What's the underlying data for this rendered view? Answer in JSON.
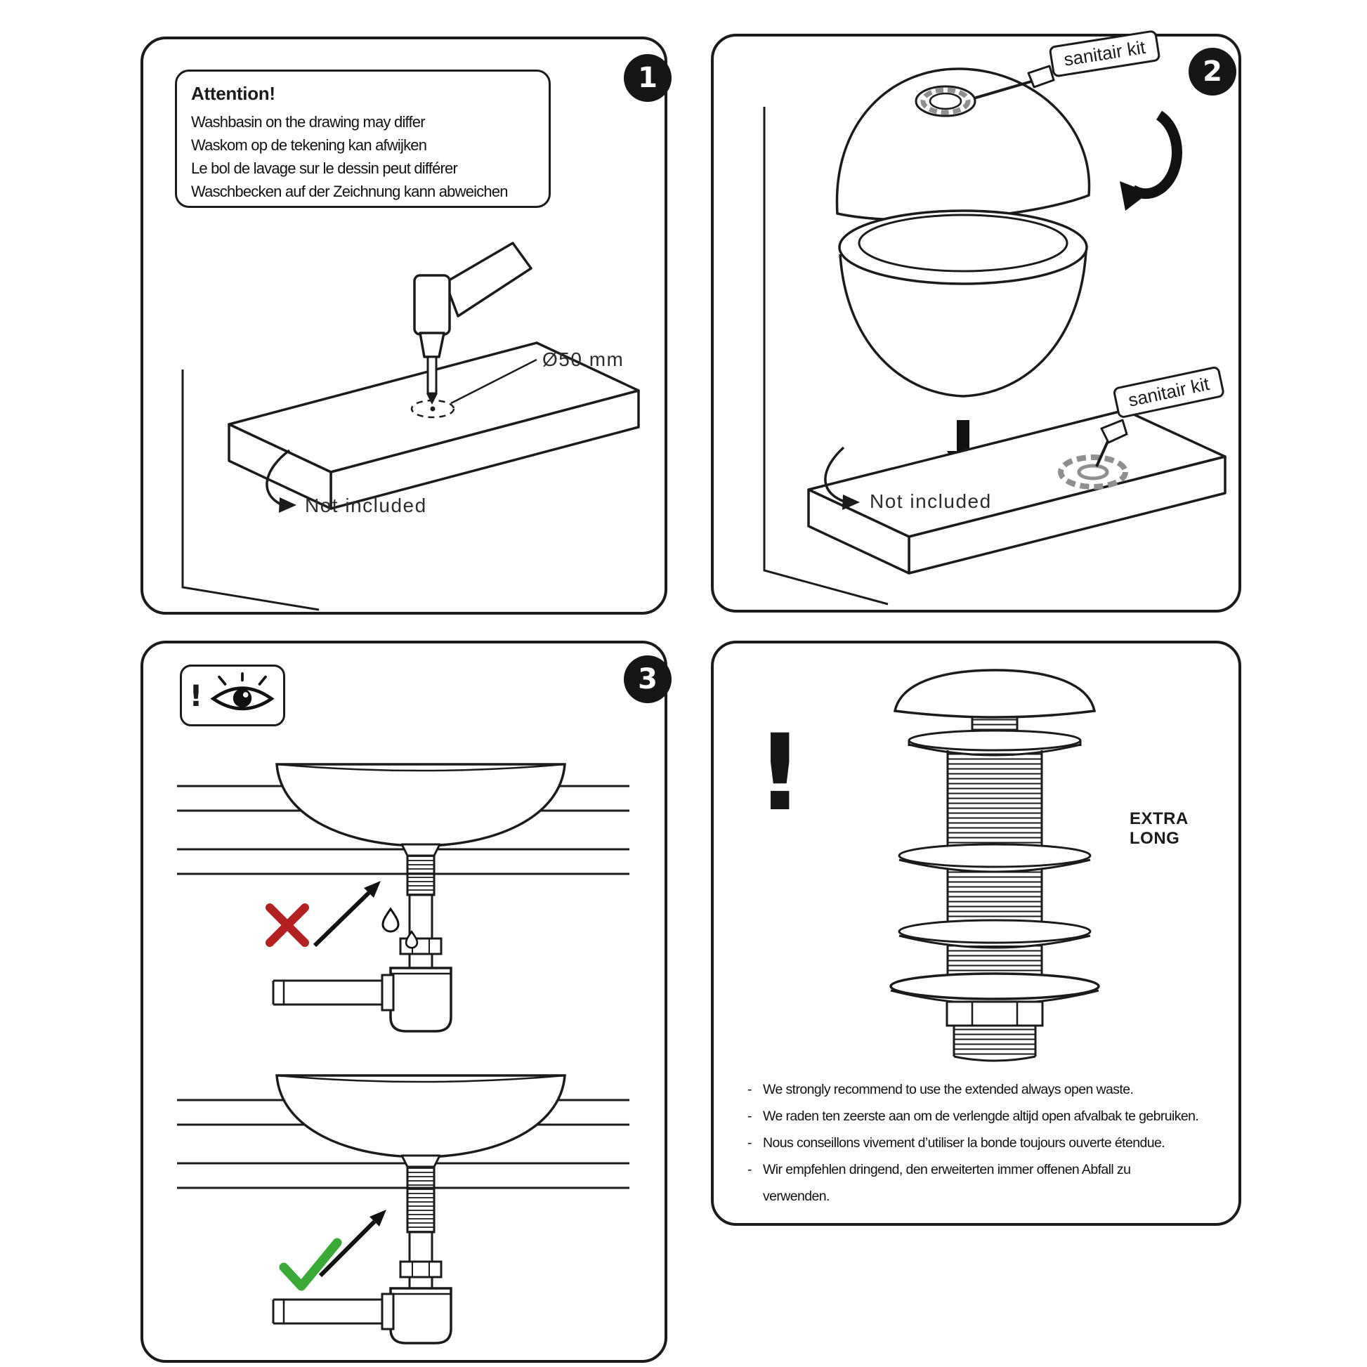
{
  "colors": {
    "ink": "#1b1b1b",
    "wrong_red": "#b2201f",
    "check_green": "#3aa935",
    "gasket_gray": "#8f8f8f"
  },
  "panels": {
    "p1": {
      "badge": "1",
      "attention_title": "Attention!",
      "attention_lines": [
        "Washbasin on the drawing may differ",
        "Waskom op de tekening kan afwijken",
        "Le bol de lavage sur le dessin peut différer",
        "Waschbecken auf der Zeichnung kann abweichen"
      ],
      "diameter_label": "Ø50 mm",
      "not_included": "Not included"
    },
    "p2": {
      "badge": "2",
      "kit_label_top": "sanitair kit",
      "kit_label_bottom": "sanitair kit",
      "not_included": "Not included"
    },
    "p3": {
      "badge": "3",
      "eye_alert": "!"
    },
    "p4": {
      "alert": "!",
      "extra_line1": "EXTRA",
      "extra_line2": "LONG",
      "dash": "-",
      "bullets": [
        "We strongly recommend to use the extended always open waste.",
        "We raden ten zeerste aan om de verlengde altijd open afvalbak te gebruiken.",
        "Nous conseillons vivement d’utiliser la bonde toujours ouverte étendue.",
        "Wir empfehlen dringend, den erweiterten immer offenen Abfall zu"
      ],
      "bullet4_cont": "verwenden."
    }
  }
}
